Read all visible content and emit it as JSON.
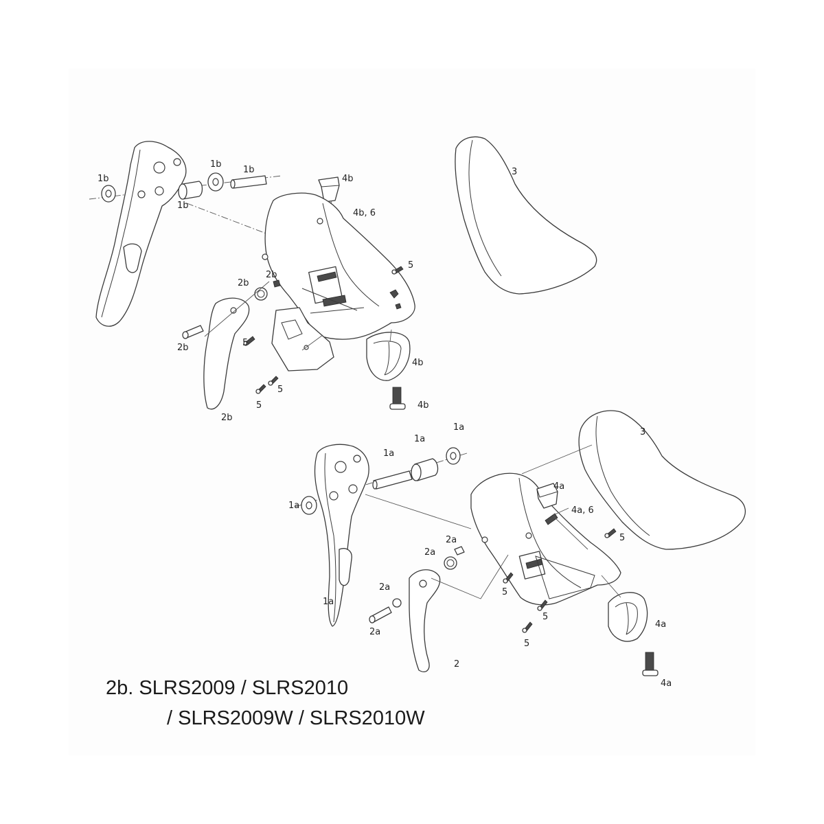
{
  "caption": {
    "line1": "2b. SLRS2009 / SLRS2010",
    "line2": "/ SLRS2009W / SLRS2010W"
  },
  "callouts_b": {
    "c1b_left": "1b",
    "c1b_top1": "1b",
    "c1b_top2": "1b",
    "c1b_low": "1b",
    "c4b_top": "4b",
    "c4b6": "4b, 6",
    "c3": "3",
    "c5_right": "5",
    "c2b_a": "2b",
    "c2b_b": "2b",
    "c2b_pin": "2b",
    "c5_mid": "5",
    "c5_low1": "5",
    "c5_low2": "5",
    "c2b_lever": "2b",
    "c4b_strap": "4b",
    "c4b_bolt": "4b"
  },
  "callouts_a": {
    "c1a_top": "1a",
    "c1a_mid": "1a",
    "c1a_low": "1a",
    "c1a_washer": "1a",
    "c1a_lever": "1a",
    "c3": "3",
    "c4a_cap": "4a",
    "c4a6": "4a, 6",
    "c5_right": "5",
    "c2a_top": "2a",
    "c2a_spring": "2a",
    "c2a_bush": "2a",
    "c2a_pin": "2a",
    "c5_mid": "5",
    "c5_low1": "5",
    "c5_low2": "5",
    "c2_lever": "2",
    "c4a_strap": "4a",
    "c4a_bolt": "4a"
  }
}
